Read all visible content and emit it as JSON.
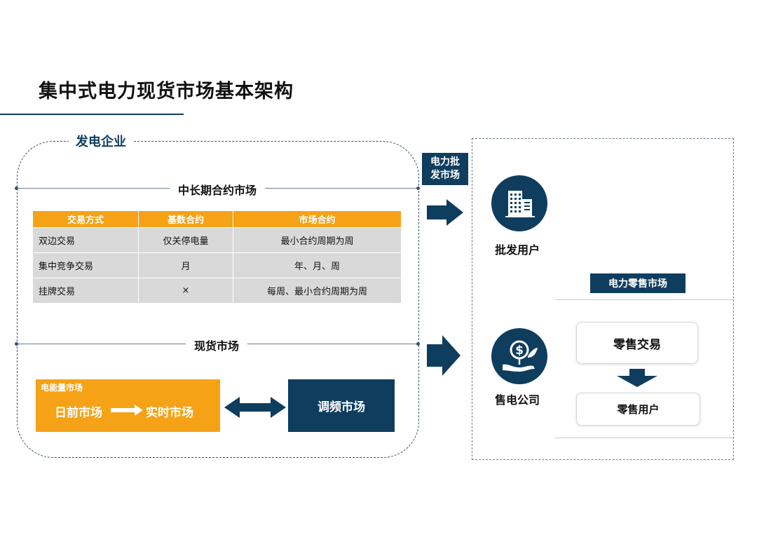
{
  "title": "集中式电力现货市场基本架构",
  "generation": {
    "label": "发电企业",
    "long_term": {
      "label": "中长期合约市场",
      "table": {
        "headers": [
          "交易方式",
          "基数合约",
          "市场合约"
        ],
        "rows": [
          [
            "双边交易",
            "仅关停电量",
            "最小合约周期为周"
          ],
          [
            "集中竞争交易",
            "月",
            "年、月、周"
          ],
          [
            "挂牌交易",
            "×",
            "每周、最小合约周期为周"
          ]
        ]
      }
    },
    "spot": {
      "label": "现货市场",
      "energy_market": {
        "label": "电能量市场",
        "day_ahead": "日前市场",
        "real_time": "实时市场"
      },
      "regulation_market": "调频市场"
    }
  },
  "wholesale_market": {
    "line1": "电力批",
    "line2": "发市场"
  },
  "wholesale_user": "批发用户",
  "retail_company": "售电公司",
  "retail_market": {
    "label": "电力零售市场",
    "trading": "零售交易",
    "user": "零售用户"
  },
  "colors": {
    "navy": "#0f3d5e",
    "orange": "#f5a216",
    "table_cell": "#d9d9d9"
  },
  "icons": {
    "building": "building-icon",
    "money_plant": "money-plant-icon"
  }
}
